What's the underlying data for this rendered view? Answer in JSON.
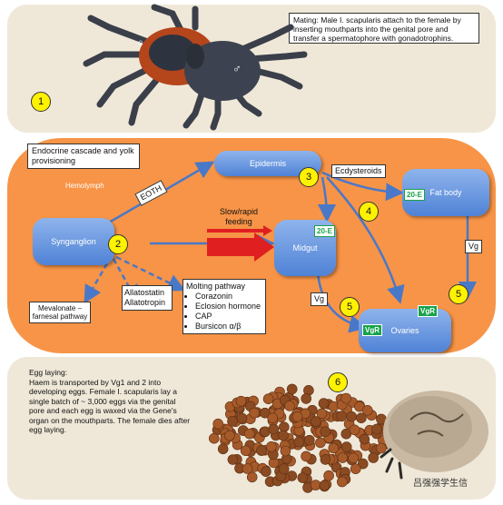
{
  "panel1": {
    "step": "1",
    "note": "Mating: Male I. scapularis attach to the female by inserting mouthparts into the genital pore and transfer a spermatophore with gonadotrophins.",
    "female_symbol": "♀",
    "male_symbol": "♂"
  },
  "panel2": {
    "cascade_note": "Endocrine cascade and yolk provisioning",
    "hemolymph": "Hemolymph",
    "synganglion": "Synganglion",
    "epidermis": "Epidermis",
    "fat_body": "Fat body",
    "midgut": "Midgut",
    "ovaries": "Ovaries",
    "eoth": "EOTH",
    "ecdysteroids": "Ecdysteroids",
    "feeding": "Slow/rapid feeding",
    "tag_20e": "20-E",
    "vg": "Vg",
    "vgr": "VgR",
    "allato": [
      "Allatostatin",
      "Allatotropin"
    ],
    "mevalonate": "Mevalonate – farnesal pathway",
    "molting_title": "Molting pathway",
    "molting_items": [
      "Corazonin",
      "Eclosion hormone",
      "CAP",
      "Bursicon α/β"
    ],
    "steps": [
      "2",
      "3",
      "4",
      "5",
      "5"
    ]
  },
  "panel3": {
    "step": "6",
    "title": "Egg laying:",
    "text": "Haem is transported by Vg1 and 2 into developing eggs. Female I. scapularis lay a single batch of ~ 3,000 eggs via the genital pore and each egg is waxed via the Gene's organ on the mouthparts. The female dies after egg laying.",
    "watermark": "吕强强学生信"
  },
  "colors": {
    "panel_bg": "#efe8d8",
    "hemolymph_bg": "#f79447",
    "node": "#5b8ddb",
    "step_marker": "#fff200",
    "red_arrow": "#e02020",
    "vgr": "#16a34a"
  }
}
